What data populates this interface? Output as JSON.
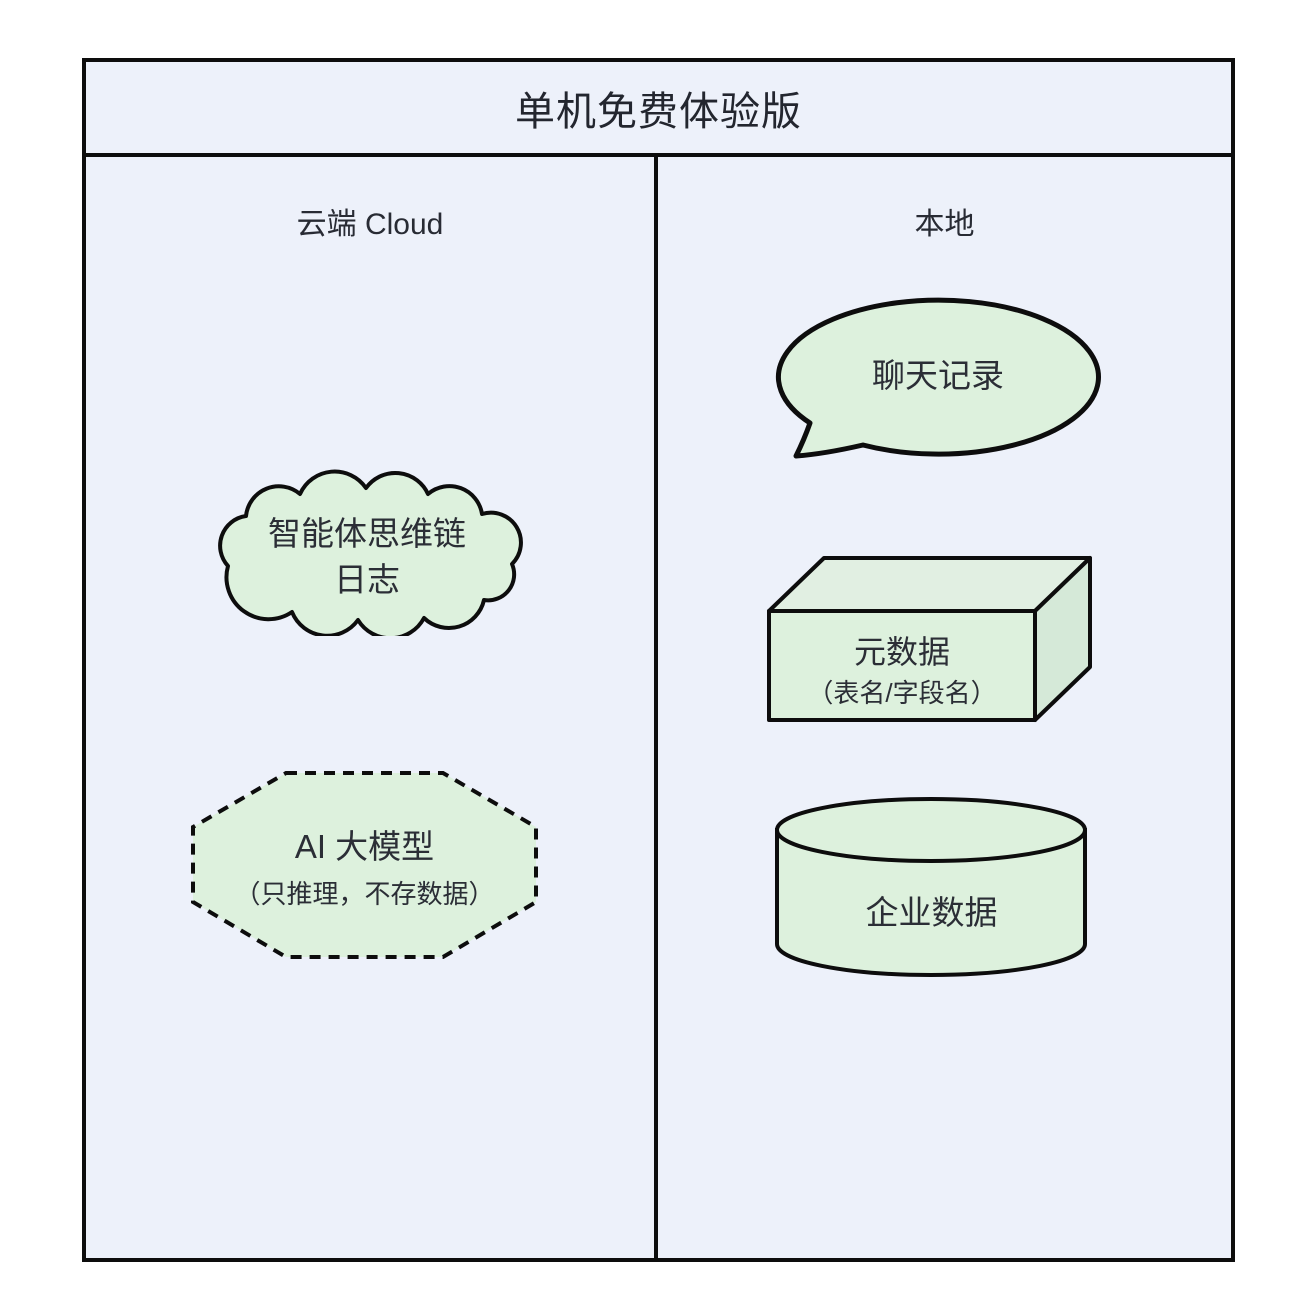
{
  "diagram": {
    "title": "单机免费体验版",
    "columns": [
      {
        "id": "cloud-column",
        "header": "云端 Cloud"
      },
      {
        "id": "local-column",
        "header": "本地"
      }
    ],
    "nodes": {
      "chat_log": {
        "shape": "speech-bubble",
        "label": "聊天记录"
      },
      "agent_cot_log": {
        "shape": "cloud",
        "line1": "智能体思维链",
        "line2": "日志"
      },
      "metadata": {
        "shape": "box-3d",
        "line1": "元数据",
        "line2": "（表名/字段名）"
      },
      "ai_model": {
        "shape": "dashed-octagon",
        "line1": "AI 大模型",
        "line2": "（只推理，不存数据）"
      },
      "enterprise_data": {
        "shape": "cylinder",
        "label": "企业数据"
      }
    },
    "colors": {
      "page_background": "#FFFFFF",
      "panel_background": "#EDF1FA",
      "node_fill": "#DDF1DD",
      "node_fill_top": "#E1EFE2",
      "node_fill_side": "#D5E9D8",
      "node_stroke": "#0D0D0D",
      "text": "#2B2E36"
    }
  }
}
